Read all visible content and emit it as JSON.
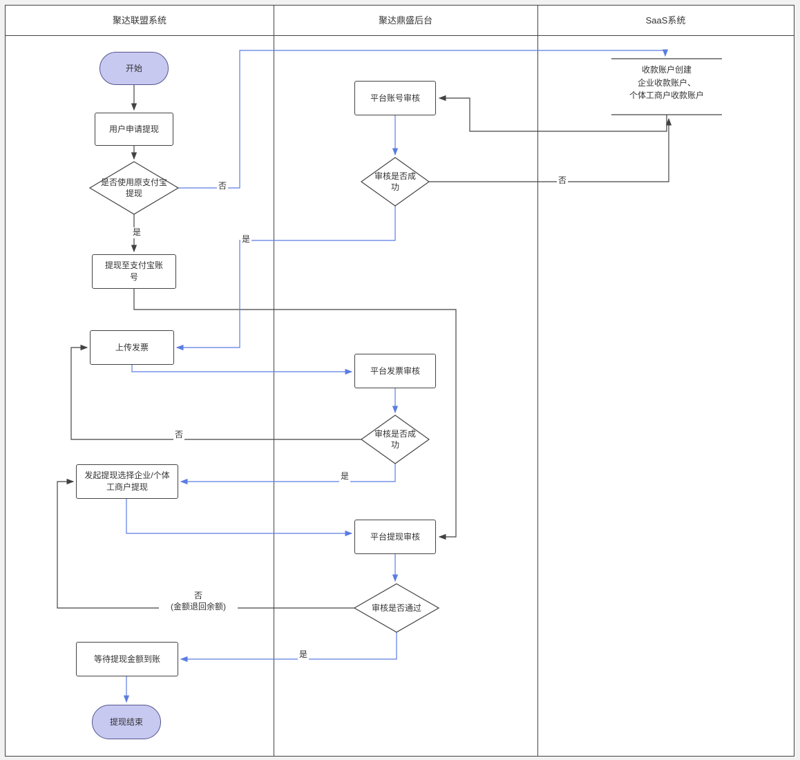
{
  "lanes": [
    {
      "title": "聚达联盟系统"
    },
    {
      "title": "聚达鼎盛后台"
    },
    {
      "title": "SaaS系统"
    }
  ],
  "nodes": {
    "start": "开始",
    "apply": "用户申请提现",
    "use_alipay_decision": "是否使用原支付宝提现",
    "withdraw_alipay": "提现至支付宝账号",
    "upload_invoice": "上传发票",
    "initiate_withdraw": "发起提现选择企业/个体工商户提现",
    "wait_arrival": "等待提现金额到账",
    "end": "提现结束",
    "account_review": "平台账号审核",
    "account_review_decision": "审核是否成功",
    "invoice_review": "平台发票审核",
    "invoice_review_decision": "审核是否成功",
    "withdraw_review": "平台提现审核",
    "withdraw_review_decision": "审核是否通过",
    "saas_account_create": "收款账户创建\n企业收款账户、\n个体工商户收款账户"
  },
  "edge_labels": {
    "no1": "否",
    "yes1": "是",
    "no2": "否",
    "yes2": "是",
    "no3": "否",
    "yes3": "是",
    "no4": "否\n(金额退回余额)",
    "yes4": "是"
  },
  "colors": {
    "connector_black": "#424242",
    "connector_blue": "#5b7ce2",
    "terminal_fill": "#c7c9f1",
    "terminal_border": "#54548c",
    "shape_border": "#424242",
    "text": "#333333",
    "background": "#ffffff"
  }
}
